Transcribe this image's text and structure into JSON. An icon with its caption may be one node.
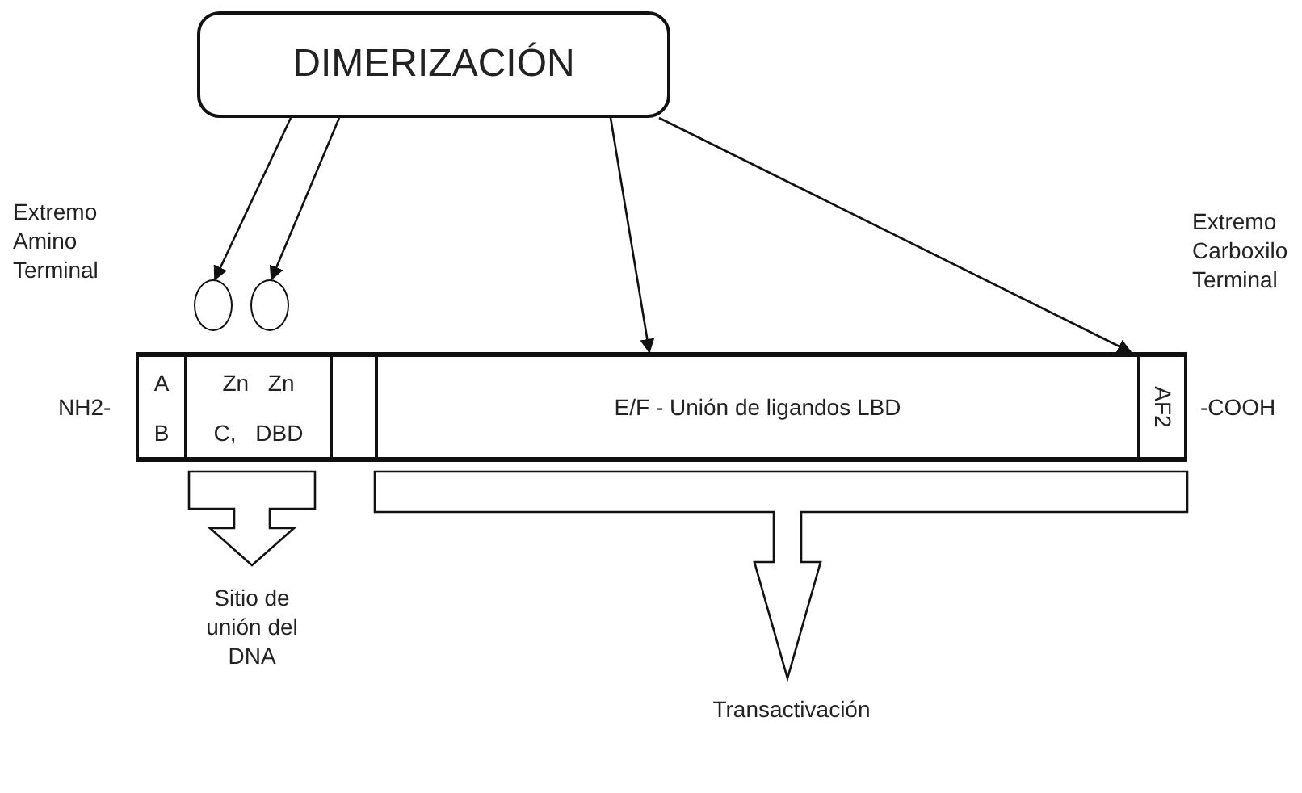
{
  "diagram": {
    "nodes": [
      {
        "text": [
          "DIMERIZACIÓN"
        ]
      },
      {
        "text": [],
        "shape": "circle"
      },
      {
        "text": [],
        "shape": "circle"
      },
      {
        "text": [
          "A",
          "B"
        ]
      },
      {
        "text": [
          "Zn Zn",
          "C, DBD"
        ]
      },
      {
        "text": [],
        "shape": "box"
      },
      {
        "text": [
          "E/F - Unión de ligandos LBD"
        ]
      },
      {
        "text": [
          "AF2"
        ]
      },
      {
        "text": [
          "Sitio de unión del DNA"
        ]
      },
      {
        "text": [
          "Transactivación"
        ]
      }
    ],
    "edges": [
      {
        "from": 0,
        "to": 1,
        "arrow": "to"
      },
      {
        "from": 0,
        "to": 2,
        "arrow": "to"
      },
      {
        "from": 0,
        "to": 6,
        "arrow": "to"
      },
      {
        "from": 0,
        "to": 7,
        "arrow": "to"
      },
      {
        "from": 4,
        "to": 8,
        "arrow": "to"
      },
      {
        "from": 6,
        "to": 9,
        "arrow": "to"
      }
    ],
    "labels": [
      "Extremo Amino Terminal",
      "Extremo Carboxilo Terminal",
      "NH2-",
      "-COOH"
    ]
  }
}
